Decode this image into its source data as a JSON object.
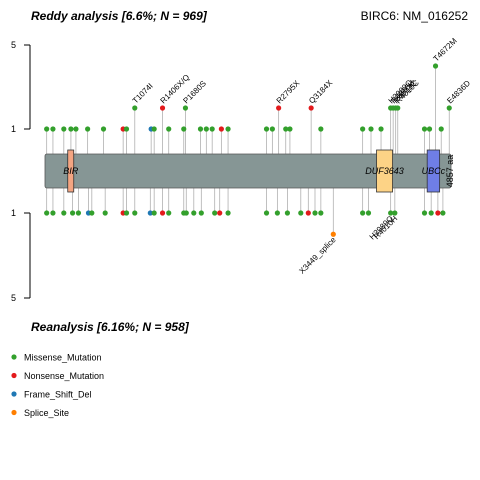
{
  "chart_data": {
    "type": "lollipop",
    "title_top": "Reddy analysis [6.6%; N = 969]",
    "title_bottom": "Reanalysis [6.16%; N = 958]",
    "gene_label": "BIRC6: NM_016252",
    "protein_length": 4857,
    "length_label": "4857 aa",
    "y_ticks_top": [
      "5",
      "1"
    ],
    "y_ticks_bottom": [
      "1",
      "5"
    ],
    "colors": {
      "Missense_Mutation": "#33a02c",
      "Nonsense_Mutation": "#e31a1c",
      "Frame_Shift_Del": "#1f78b4",
      "Splice_Site": "#ff7f00",
      "backbone": "#869695"
    },
    "domains": [
      {
        "name": "BIR",
        "start": 272,
        "end": 341,
        "color": "#f4a582"
      },
      {
        "name": "DUF3643",
        "start": 3966,
        "end": 4158,
        "color": "#fdd386"
      },
      {
        "name": "UBCc",
        "start": 4572,
        "end": 4721,
        "color": "#6f7ee6"
      }
    ],
    "legend": [
      {
        "label": "Missense_Mutation",
        "type": "Missense_Mutation"
      },
      {
        "label": "Nonsense_Mutation",
        "type": "Nonsense_Mutation"
      },
      {
        "label": "Frame_Shift_Del",
        "type": "Frame_Shift_Del"
      },
      {
        "label": "Splice_Site",
        "type": "Splice_Site"
      }
    ],
    "top_mutations": [
      {
        "pos": 20,
        "count": 1,
        "type": "Missense_Mutation"
      },
      {
        "pos": 95,
        "count": 1,
        "type": "Missense_Mutation"
      },
      {
        "pos": 225,
        "count": 1,
        "type": "Missense_Mutation"
      },
      {
        "pos": 310,
        "count": 1,
        "type": "Missense_Mutation"
      },
      {
        "pos": 370,
        "count": 1,
        "type": "Missense_Mutation"
      },
      {
        "pos": 510,
        "count": 1,
        "type": "Missense_Mutation"
      },
      {
        "pos": 700,
        "count": 1,
        "type": "Missense_Mutation"
      },
      {
        "pos": 935,
        "count": 1,
        "type": "Nonsense_Mutation"
      },
      {
        "pos": 975,
        "count": 1,
        "type": "Missense_Mutation"
      },
      {
        "pos": 1074,
        "count": 2,
        "type": "Missense_Mutation",
        "label": "T1074I"
      },
      {
        "pos": 1270,
        "count": 1,
        "type": "Frame_Shift_Del"
      },
      {
        "pos": 1306,
        "count": 1,
        "type": "Missense_Mutation"
      },
      {
        "pos": 1406,
        "count": 2,
        "type": "Nonsense_Mutation",
        "label": "R1406X/Q"
      },
      {
        "pos": 1480,
        "count": 1,
        "type": "Missense_Mutation"
      },
      {
        "pos": 1660,
        "count": 1,
        "type": "Missense_Mutation"
      },
      {
        "pos": 1680,
        "count": 2,
        "type": "Missense_Mutation",
        "label": "P1680S"
      },
      {
        "pos": 1860,
        "count": 1,
        "type": "Missense_Mutation"
      },
      {
        "pos": 1930,
        "count": 1,
        "type": "Missense_Mutation"
      },
      {
        "pos": 2000,
        "count": 1,
        "type": "Missense_Mutation"
      },
      {
        "pos": 2110,
        "count": 1,
        "type": "Nonsense_Mutation"
      },
      {
        "pos": 2190,
        "count": 1,
        "type": "Missense_Mutation"
      },
      {
        "pos": 2650,
        "count": 1,
        "type": "Missense_Mutation"
      },
      {
        "pos": 2720,
        "count": 1,
        "type": "Missense_Mutation"
      },
      {
        "pos": 2795,
        "count": 2,
        "type": "Nonsense_Mutation",
        "label": "R2795X"
      },
      {
        "pos": 2880,
        "count": 1,
        "type": "Missense_Mutation"
      },
      {
        "pos": 2930,
        "count": 1,
        "type": "Missense_Mutation"
      },
      {
        "pos": 3184,
        "count": 2,
        "type": "Nonsense_Mutation",
        "label": "Q3184X"
      },
      {
        "pos": 3300,
        "count": 1,
        "type": "Missense_Mutation"
      },
      {
        "pos": 3800,
        "count": 1,
        "type": "Missense_Mutation"
      },
      {
        "pos": 3900,
        "count": 1,
        "type": "Missense_Mutation"
      },
      {
        "pos": 4020,
        "count": 1,
        "type": "Missense_Mutation"
      },
      {
        "pos": 4135,
        "count": 2,
        "type": "Missense_Mutation",
        "label": "H3989Q"
      },
      {
        "pos": 4165,
        "count": 2,
        "type": "Missense_Mutation",
        "label": "R4010H"
      },
      {
        "pos": 4195,
        "count": 2,
        "type": "Missense_Mutation",
        "label": "R4013C"
      },
      {
        "pos": 4220,
        "count": 2,
        "type": "Missense_Mutation",
        "label": "R4010C"
      },
      {
        "pos": 4540,
        "count": 1,
        "type": "Missense_Mutation"
      },
      {
        "pos": 4600,
        "count": 1,
        "type": "Missense_Mutation"
      },
      {
        "pos": 4672,
        "count": 4,
        "type": "Missense_Mutation",
        "label": "T4672M"
      },
      {
        "pos": 4740,
        "count": 1,
        "type": "Missense_Mutation"
      },
      {
        "pos": 4836,
        "count": 2,
        "type": "Missense_Mutation",
        "label": "E4836D"
      }
    ],
    "bottom_mutations": [
      {
        "pos": 20,
        "count": 1,
        "type": "Missense_Mutation"
      },
      {
        "pos": 95,
        "count": 1,
        "type": "Missense_Mutation"
      },
      {
        "pos": 225,
        "count": 1,
        "type": "Missense_Mutation"
      },
      {
        "pos": 330,
        "count": 1,
        "type": "Missense_Mutation"
      },
      {
        "pos": 400,
        "count": 1,
        "type": "Missense_Mutation"
      },
      {
        "pos": 520,
        "count": 1,
        "type": "Frame_Shift_Del"
      },
      {
        "pos": 560,
        "count": 1,
        "type": "Missense_Mutation"
      },
      {
        "pos": 720,
        "count": 1,
        "type": "Missense_Mutation"
      },
      {
        "pos": 935,
        "count": 1,
        "type": "Nonsense_Mutation"
      },
      {
        "pos": 975,
        "count": 1,
        "type": "Missense_Mutation"
      },
      {
        "pos": 1074,
        "count": 1,
        "type": "Missense_Mutation"
      },
      {
        "pos": 1260,
        "count": 1,
        "type": "Frame_Shift_Del"
      },
      {
        "pos": 1306,
        "count": 1,
        "type": "Missense_Mutation"
      },
      {
        "pos": 1406,
        "count": 1,
        "type": "Nonsense_Mutation"
      },
      {
        "pos": 1480,
        "count": 1,
        "type": "Missense_Mutation"
      },
      {
        "pos": 1660,
        "count": 1,
        "type": "Missense_Mutation"
      },
      {
        "pos": 1690,
        "count": 1,
        "type": "Missense_Mutation"
      },
      {
        "pos": 1780,
        "count": 1,
        "type": "Missense_Mutation"
      },
      {
        "pos": 1870,
        "count": 1,
        "type": "Missense_Mutation"
      },
      {
        "pos": 2030,
        "count": 1,
        "type": "Missense_Mutation"
      },
      {
        "pos": 2090,
        "count": 1,
        "type": "Nonsense_Mutation"
      },
      {
        "pos": 2190,
        "count": 1,
        "type": "Missense_Mutation"
      },
      {
        "pos": 2650,
        "count": 1,
        "type": "Missense_Mutation"
      },
      {
        "pos": 2780,
        "count": 1,
        "type": "Missense_Mutation"
      },
      {
        "pos": 2900,
        "count": 1,
        "type": "Missense_Mutation"
      },
      {
        "pos": 3060,
        "count": 1,
        "type": "Missense_Mutation"
      },
      {
        "pos": 3150,
        "count": 1,
        "type": "Nonsense_Mutation"
      },
      {
        "pos": 3230,
        "count": 1,
        "type": "Missense_Mutation"
      },
      {
        "pos": 3300,
        "count": 1,
        "type": "Missense_Mutation"
      },
      {
        "pos": 3449,
        "count": 2,
        "type": "Splice_Site",
        "label": "X3449_splice"
      },
      {
        "pos": 3800,
        "count": 1,
        "type": "Missense_Mutation"
      },
      {
        "pos": 3870,
        "count": 1,
        "type": "Missense_Mutation"
      },
      {
        "pos": 4135,
        "count": 1,
        "type": "Missense_Mutation",
        "label": "H3989Q"
      },
      {
        "pos": 4185,
        "count": 1,
        "type": "Missense_Mutation",
        "label": "R4010H"
      },
      {
        "pos": 4540,
        "count": 1,
        "type": "Missense_Mutation"
      },
      {
        "pos": 4620,
        "count": 1,
        "type": "Missense_Mutation"
      },
      {
        "pos": 4700,
        "count": 1,
        "type": "Nonsense_Mutation"
      },
      {
        "pos": 4760,
        "count": 1,
        "type": "Missense_Mutation"
      }
    ]
  }
}
